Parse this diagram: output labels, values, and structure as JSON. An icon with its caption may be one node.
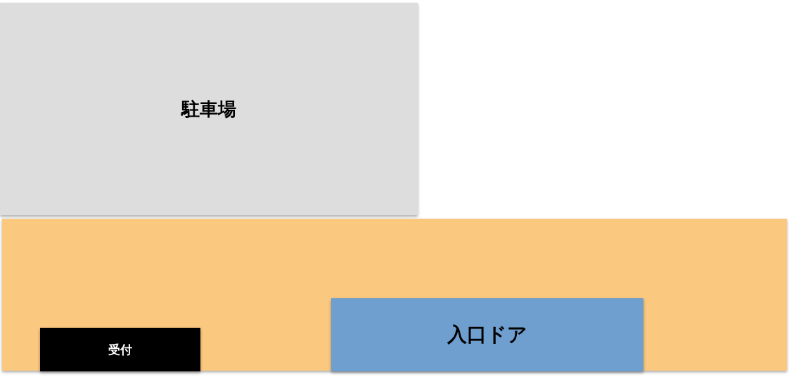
{
  "diagram": {
    "nodes": [
      {
        "text": [
          "駐車場"
        ]
      },
      {
        "text": [],
        "shape": "box"
      },
      {
        "text": [
          "入口ドア"
        ],
        "in": 1
      },
      {
        "text": [
          "受付"
        ],
        "in": 1
      }
    ]
  }
}
